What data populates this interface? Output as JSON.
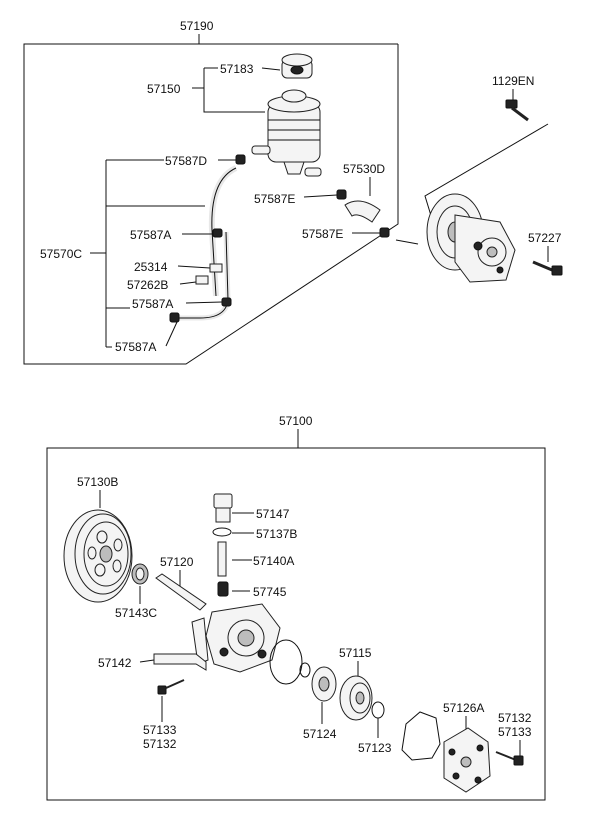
{
  "top_group": {
    "assembly": "57190",
    "labels": {
      "p57183": "57183",
      "p57150": "57150",
      "p57587D": "57587D",
      "p57530D": "57530D",
      "p57587E_1": "57587E",
      "p57587E_2": "57587E",
      "p57570C": "57570C",
      "p57587A_1": "57587A",
      "p25314": "25314",
      "p57262B": "57262B",
      "p57587A_2": "57587A",
      "p57587A_3": "57587A"
    }
  },
  "outside": {
    "p1129EN": "1129EN",
    "p57227": "57227"
  },
  "bottom_group": {
    "assembly": "57100",
    "labels": {
      "p57130B": "57130B",
      "p57147": "57147",
      "p57137B": "57137B",
      "p57120": "57120",
      "p57140A": "57140A",
      "p57745": "57745",
      "p57143C": "57143C",
      "p57142": "57142",
      "p57115": "57115",
      "p57133_1": "57133",
      "p57132_1": "57132",
      "p57124": "57124",
      "p57123": "57123",
      "p57126A": "57126A",
      "p57132_2": "57132",
      "p57133_2": "57133"
    }
  }
}
